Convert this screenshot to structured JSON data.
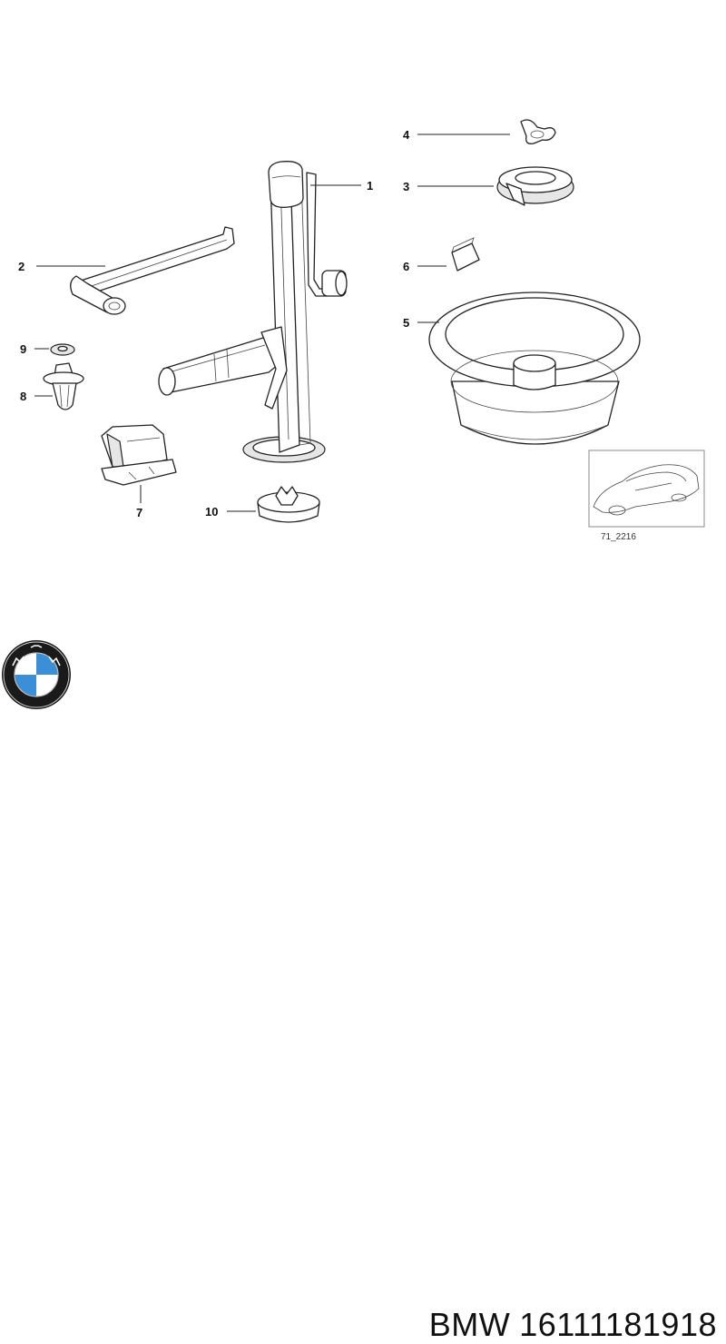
{
  "callouts": [
    {
      "id": "1",
      "label": "1"
    },
    {
      "id": "2",
      "label": "2"
    },
    {
      "id": "3",
      "label": "3"
    },
    {
      "id": "4",
      "label": "4"
    },
    {
      "id": "5",
      "label": "5"
    },
    {
      "id": "6",
      "label": "6"
    },
    {
      "id": "7",
      "label": "7"
    },
    {
      "id": "8",
      "label": "8"
    },
    {
      "id": "9",
      "label": "9"
    },
    {
      "id": "10",
      "label": "10"
    }
  ],
  "reference_code": "71_2216",
  "footer": {
    "brand": "BMW",
    "part_number": "16111181918"
  },
  "colors": {
    "line": "#222222",
    "background": "#ffffff",
    "logo_blue": "#3a8fd6",
    "logo_ring": "#1a1a1a"
  }
}
